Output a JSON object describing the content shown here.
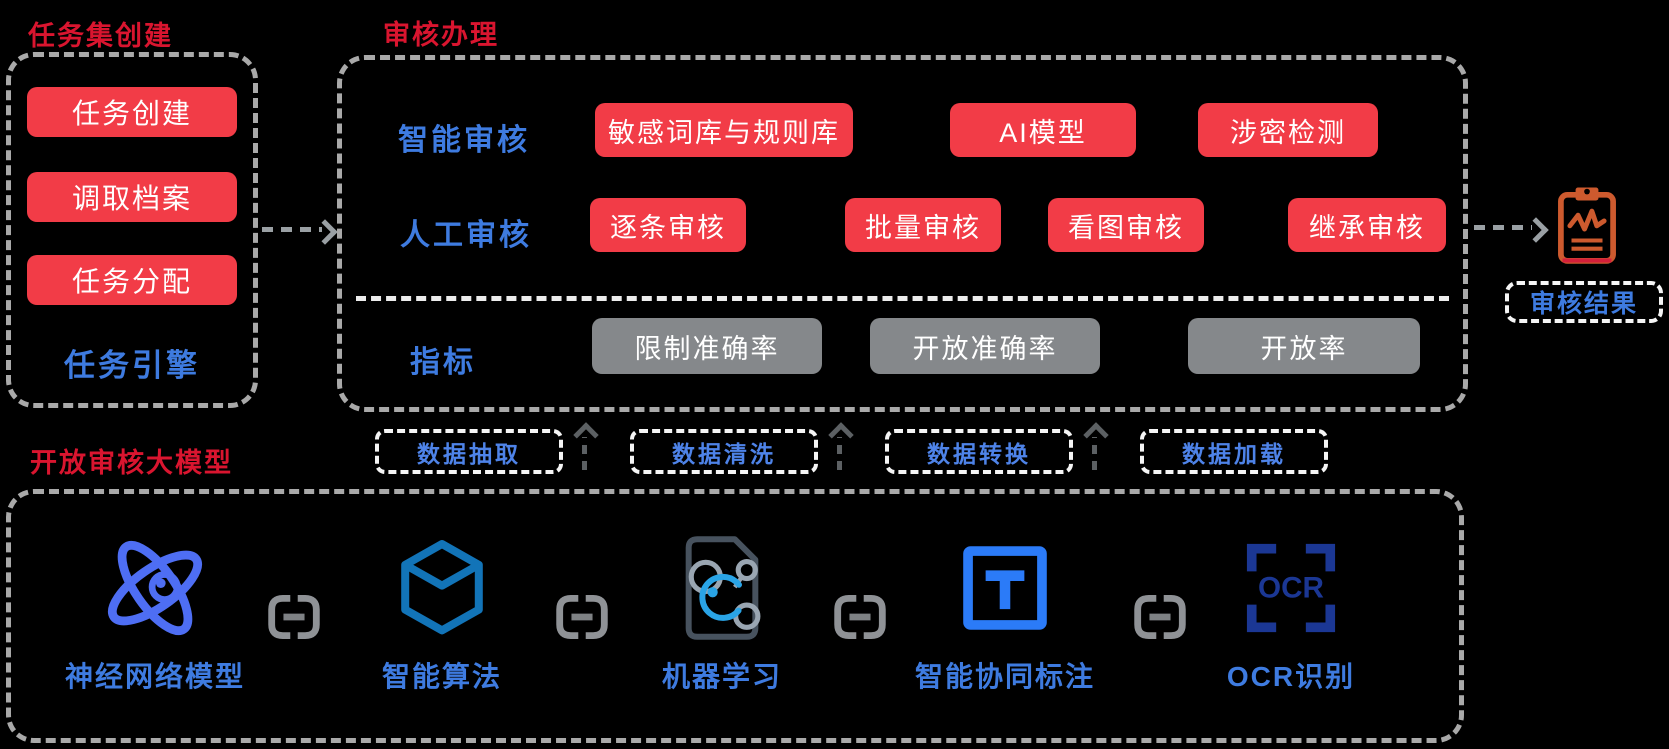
{
  "colors": {
    "background": "#000000",
    "title_red": "#d9152f",
    "button_red": "#f23c47",
    "button_gray": "#85888b",
    "label_blue": "#3e7be0",
    "etl_blue": "#4e83e8",
    "panel_border_gray": "#a9a9a9",
    "white_dash": "#f5f5f5",
    "arrow_gray": "#9aa0a4",
    "arrow_dark": "#5c6063",
    "clipboard_orange": "#cd5a2e",
    "atom_blue": "#4e6ef3",
    "cube_blue": "#1274b8",
    "ml_doc_slate": "#47525e",
    "ml_gray": "#9aa6b2",
    "ml_cyan": "#2aa4e6",
    "annotate_blue": "#2b7bf8",
    "ocr_navy": "#1b3794",
    "link_gray": "#8f9296"
  },
  "task_panel": {
    "title": "任务集创建",
    "buttons": [
      "任务创建",
      "调取档案",
      "任务分配"
    ],
    "engine_label": "任务引擎"
  },
  "review_panel": {
    "title": "审核办理",
    "rows": [
      {
        "label": "智能审核",
        "buttons": [
          "敏感词库与规则库",
          "AI模型",
          "涉密检测"
        ]
      },
      {
        "label": "人工审核",
        "buttons": [
          "逐条审核",
          "批量审核",
          "看图审核",
          "继承审核"
        ]
      },
      {
        "label": "指标",
        "buttons": [
          "限制准确率",
          "开放准确率",
          "开放率"
        ]
      }
    ]
  },
  "result": {
    "label": "审核结果"
  },
  "etl_steps": [
    "数据抽取",
    "数据清洗",
    "数据转换",
    "数据加载"
  ],
  "model_panel": {
    "title": "开放审核大模型",
    "items": [
      {
        "label": "神经网络模型",
        "icon": "atom-icon"
      },
      {
        "label": "智能算法",
        "icon": "cube-icon"
      },
      {
        "label": "机器学习",
        "icon": "machine-learning-icon"
      },
      {
        "label": "智能协同标注",
        "icon": "text-annotation-icon"
      },
      {
        "label": "OCR识别",
        "icon": "ocr-icon",
        "icon_text": "OCR"
      }
    ]
  }
}
